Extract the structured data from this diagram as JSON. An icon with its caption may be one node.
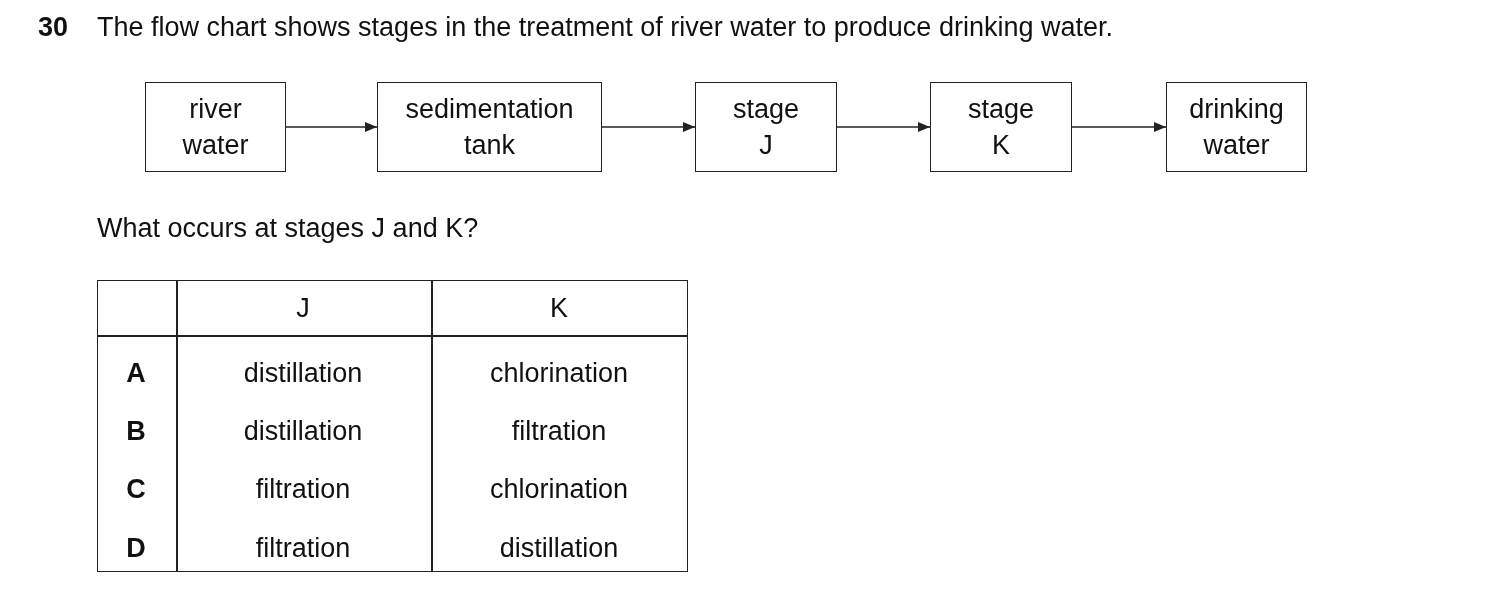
{
  "diagram": {
    "title": "The flow chart shows stages in the treatment of river water to produce drinking water.",
    "nodes": [
      {
        "text": [
          "river water"
        ]
      },
      {
        "text": [
          "sedimentation tank"
        ]
      },
      {
        "text": [
          "stage J"
        ]
      },
      {
        "text": [
          "stage K"
        ]
      },
      {
        "text": [
          "drinking water"
        ]
      }
    ],
    "edges": [
      {
        "from": 0,
        "to": 1,
        "arrow": "to"
      },
      {
        "from": 1,
        "to": 2,
        "arrow": "to"
      },
      {
        "from": 2,
        "to": 3,
        "arrow": "to"
      },
      {
        "from": 3,
        "to": 4,
        "arrow": "to"
      }
    ],
    "labels": [
      "30",
      "What occurs at stages J and K?",
      "J",
      "K",
      "A",
      "distillation",
      "chlorination",
      "B",
      "distillation",
      "filtration",
      "C",
      "filtration",
      "chlorination",
      "D",
      "filtration",
      "distillation"
    ]
  }
}
